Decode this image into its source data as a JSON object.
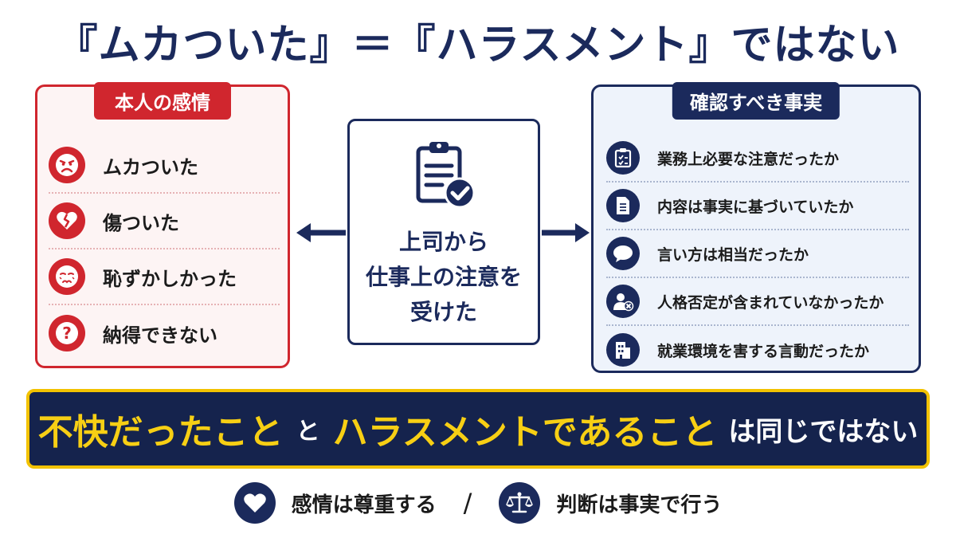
{
  "title": "『ムカついた』＝『ハラスメント』ではない",
  "left_panel": {
    "header": "本人の感情",
    "items": [
      {
        "label": "ムカついた",
        "icon": "angry-face-icon"
      },
      {
        "label": "傷ついた",
        "icon": "broken-heart-icon"
      },
      {
        "label": "恥ずかしかった",
        "icon": "embarrassed-face-icon"
      },
      {
        "label": "納得できない",
        "icon": "question-mark-icon"
      }
    ]
  },
  "center": {
    "lines": [
      "上司から",
      "仕事上の注意を",
      "受けた"
    ],
    "icon": "clipboard-check-icon"
  },
  "right_panel": {
    "header": "確認すべき事実",
    "items": [
      {
        "label": "業務上必要な注意だったか",
        "icon": "clipboard-icon"
      },
      {
        "label": "内容は事実に基づいていたか",
        "icon": "document-icon"
      },
      {
        "label": "言い方は相当だったか",
        "icon": "speech-bubble-icon"
      },
      {
        "label": "人格否定が含まれていなかったか",
        "icon": "person-x-icon"
      },
      {
        "label": "就業環境を害する言動だったか",
        "icon": "building-icon"
      }
    ]
  },
  "banner": {
    "part1": "不快だったこと",
    "connector": "と",
    "part2": "ハラスメントであること",
    "part3": "は同じではない"
  },
  "footer": {
    "left_label": "感情は尊重する",
    "separator": "/",
    "right_label": "判断は事実で行う",
    "left_icon": "heart-icon",
    "right_icon": "scales-icon"
  },
  "colors": {
    "navy": "#1b2a5c",
    "red": "#d0262e",
    "yellow": "#f7cf14"
  }
}
